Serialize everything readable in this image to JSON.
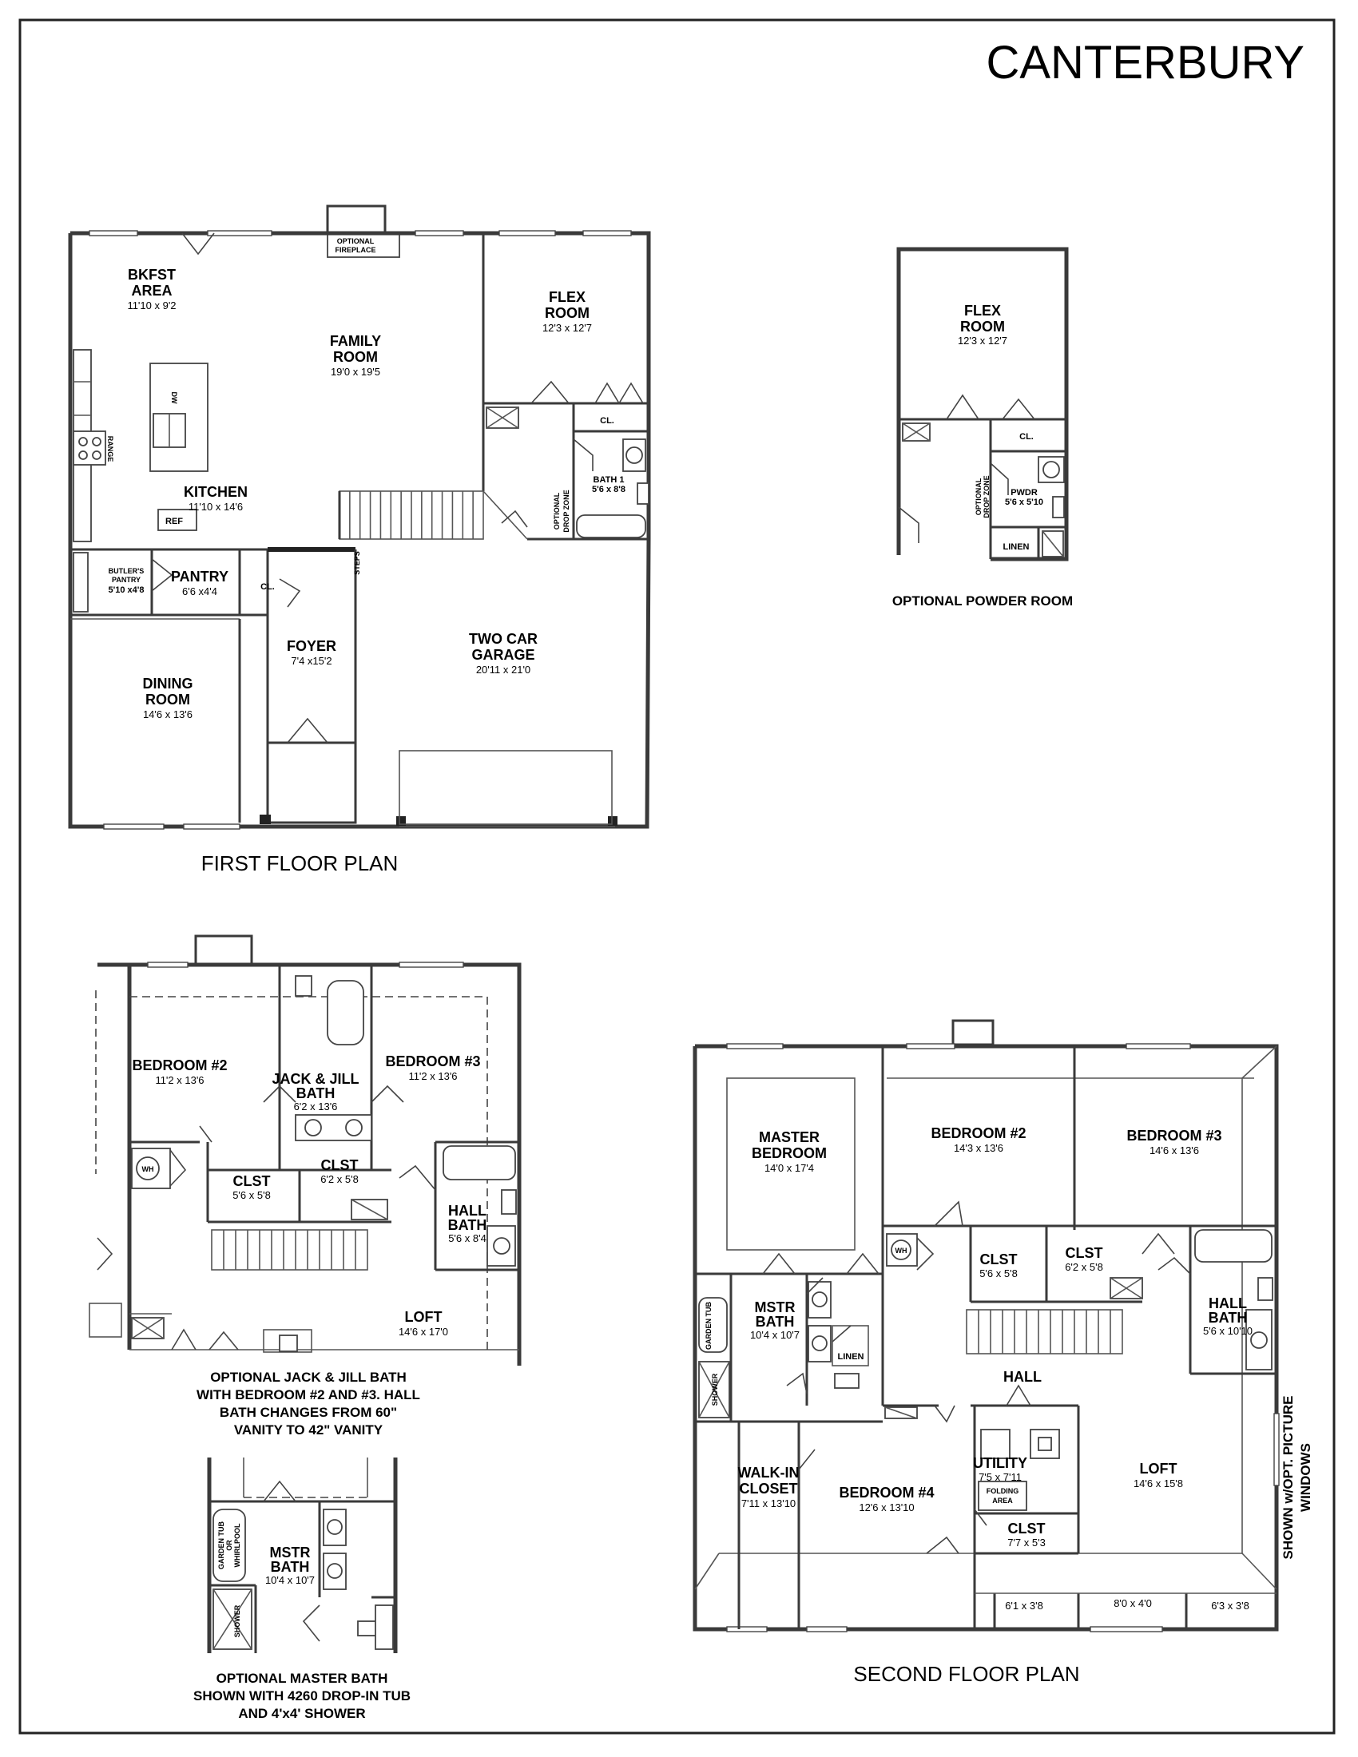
{
  "title": "CANTERBURY",
  "first_floor": {
    "caption": "FIRST FLOOR PLAN",
    "rooms": {
      "bkfst": {
        "name1": "BKFST",
        "name2": "AREA",
        "dim": "11'10 x 9'2"
      },
      "family": {
        "name1": "FAMILY",
        "name2": "ROOM",
        "dim": "19'0 x 19'5"
      },
      "flex": {
        "name1": "FLEX",
        "name2": "ROOM",
        "dim": "12'3 x 12'7"
      },
      "kitchen": {
        "name": "KITCHEN",
        "dim": "11'10 x 14'6"
      },
      "butlers": {
        "name1": "BUTLER'S",
        "name2": "PANTRY",
        "dim": "5'10 x4'8"
      },
      "pantry": {
        "name": "PANTRY",
        "dim": "6'6 x4'4"
      },
      "foyer": {
        "name": "FOYER",
        "dim": "7'4 x15'2"
      },
      "dining": {
        "name1": "DINING",
        "name2": "ROOM",
        "dim": "14'6 x 13'6"
      },
      "garage": {
        "name1": "TWO CAR",
        "name2": "GARAGE",
        "dim": "20'11 x 21'0"
      },
      "bath1": {
        "name": "BATH 1",
        "dim": "5'6 x 8'8"
      }
    },
    "labels": {
      "fireplace1": "OPTIONAL",
      "fireplace2": "FIREPLACE",
      "cl": "CL.",
      "cl2": "CL.",
      "ref": "REF",
      "dw": "DW",
      "range": "RANGE",
      "drop1": "OPTIONAL",
      "drop2": "DROP ZONE",
      "steps": "STEPS"
    }
  },
  "powder": {
    "caption": "OPTIONAL POWDER ROOM",
    "flex": {
      "name1": "FLEX",
      "name2": "ROOM",
      "dim": "12'3 x 12'7"
    },
    "cl": "CL.",
    "pwdr": {
      "name": "PWDR",
      "dim": "5'6 x 5'10"
    },
    "linen": "LINEN",
    "drop1": "OPTIONAL",
    "drop2": "DROP ZONE"
  },
  "jj_option": {
    "bed2": {
      "name": "BEDROOM #2",
      "dim": "11'2 x 13'6"
    },
    "bed3": {
      "name": "BEDROOM #3",
      "dim": "11'2 x 13'6"
    },
    "jj": {
      "name1": "JACK & JILL",
      "name2": "BATH",
      "dim": "6'2 x 13'6"
    },
    "clst1": {
      "name": "CLST",
      "dim": "5'6 x 5'8"
    },
    "clst2": {
      "name": "CLST",
      "dim": "6'2 x 5'8"
    },
    "hall_bath": {
      "name1": "HALL",
      "name2": "BATH",
      "dim": "5'6 x 8'4"
    },
    "loft": {
      "name": "LOFT",
      "dim": "14'6 x 17'0"
    },
    "wh": "WH",
    "note": [
      "OPTIONAL JACK & JILL BATH",
      "WITH BEDROOM #2 AND #3. HALL",
      "BATH CHANGES FROM 60\"",
      "VANITY TO 42\" VANITY"
    ]
  },
  "mstr_option": {
    "name1": "MSTR",
    "name2": "BATH",
    "dim": "10'4 x 10'7",
    "tub1": "GARDEN TUB",
    "tub2": "OR",
    "tub3": "WHIRLPOOL",
    "shower": "SHOWER",
    "note": [
      "OPTIONAL MASTER BATH",
      "SHOWN WITH 4260 DROP-IN TUB",
      "AND 4'x4' SHOWER"
    ]
  },
  "second_floor": {
    "caption": "SECOND FLOOR PLAN",
    "rooms": {
      "master": {
        "name1": "MASTER",
        "name2": "BEDROOM",
        "dim": "14'0 x 17'4"
      },
      "bed2": {
        "name": "BEDROOM #2",
        "dim": "14'3 x 13'6"
      },
      "bed3": {
        "name": "BEDROOM #3",
        "dim": "14'6 x 13'6"
      },
      "clst1": {
        "name": "CLST",
        "dim": "5'6 x 5'8"
      },
      "clst2": {
        "name": "CLST",
        "dim": "6'2 x 5'8"
      },
      "mstr_bath": {
        "name1": "MSTR",
        "name2": "BATH",
        "dim": "10'4 x 10'7"
      },
      "hall_bath": {
        "name1": "HALL",
        "name2": "BATH",
        "dim": "5'6 x 10'10"
      },
      "hall": "HALL",
      "walkin": {
        "name1": "WALK-IN",
        "name2": "CLOSET",
        "dim": "7'11 x 13'10"
      },
      "bed4": {
        "name": "BEDROOM #4",
        "dim": "12'6 x 13'10"
      },
      "utility": {
        "name": "UTILITY",
        "dim": "7'5 x 7'11"
      },
      "loft": {
        "name": "LOFT",
        "dim": "14'6 x 15'8"
      },
      "clst3": {
        "name": "CLST",
        "dim": "7'7 x 5'3"
      }
    },
    "labels": {
      "wh": "WH",
      "linen": "LINEN",
      "garden_tub": "GARDEN TUB",
      "shower": "SHOWER",
      "folding1": "FOLDING",
      "folding2": "AREA",
      "bay1": "6'1 x 3'8",
      "bay2": "8'0 x 4'0",
      "bay3": "6'3 x 3'8",
      "picture1": "SHOWN w/OPT. PICTURE",
      "picture2": "WINDOWS"
    }
  }
}
